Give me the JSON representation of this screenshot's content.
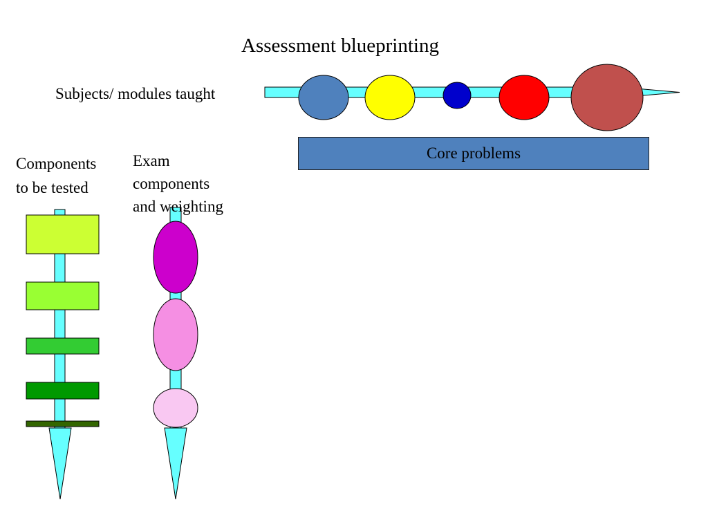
{
  "title": "Assessment blueprinting",
  "subjects_label": "Subjects/ modules taught",
  "core_label": "Core problems",
  "components_label": {
    "line1": "Components",
    "line2": "to be tested"
  },
  "exam_label": {
    "line1": "Exam",
    "line2": "components",
    "line3": "and weighting"
  },
  "colors": {
    "shaft": "#66ffff",
    "outline": "#000000",
    "core_box": "#4f81bd",
    "subject_circles": [
      "#4f81bd",
      "#ffff00",
      "#0000cc",
      "#ff0000",
      "#c0504d"
    ],
    "component_bars": [
      "#ccff33",
      "#99ff33",
      "#33cc33",
      "#009900",
      "#336600"
    ],
    "exam_ellipses": [
      "#cc00cc",
      "#f58fe3",
      "#f9c8f2"
    ]
  }
}
